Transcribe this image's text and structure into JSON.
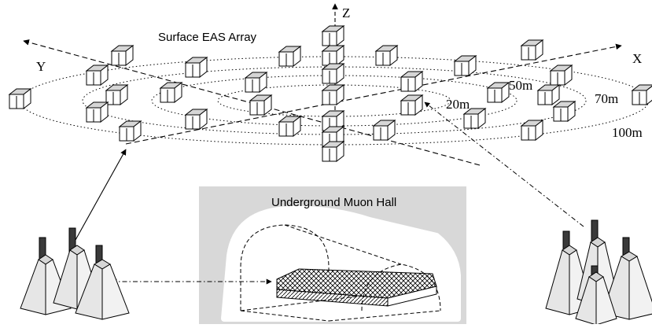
{
  "labels": {
    "surface_array": "Surface EAS Array",
    "underground_hall": "Underground Muon Hall",
    "axis_x": "X",
    "axis_y": "Y",
    "axis_z": "Z",
    "ring_20m": "20m",
    "ring_50m": "50m",
    "ring_70m": "70m",
    "ring_100m": "100m"
  },
  "colors": {
    "detector_top": "#d6d6d6",
    "detector_side": "#ffffff",
    "hall_background": "#d8d8d8",
    "hall_inner": "#ffffff",
    "line": "#000000",
    "pmt_dark": "#3a3a3a",
    "pmt_light": "#9a9a9a"
  }
}
